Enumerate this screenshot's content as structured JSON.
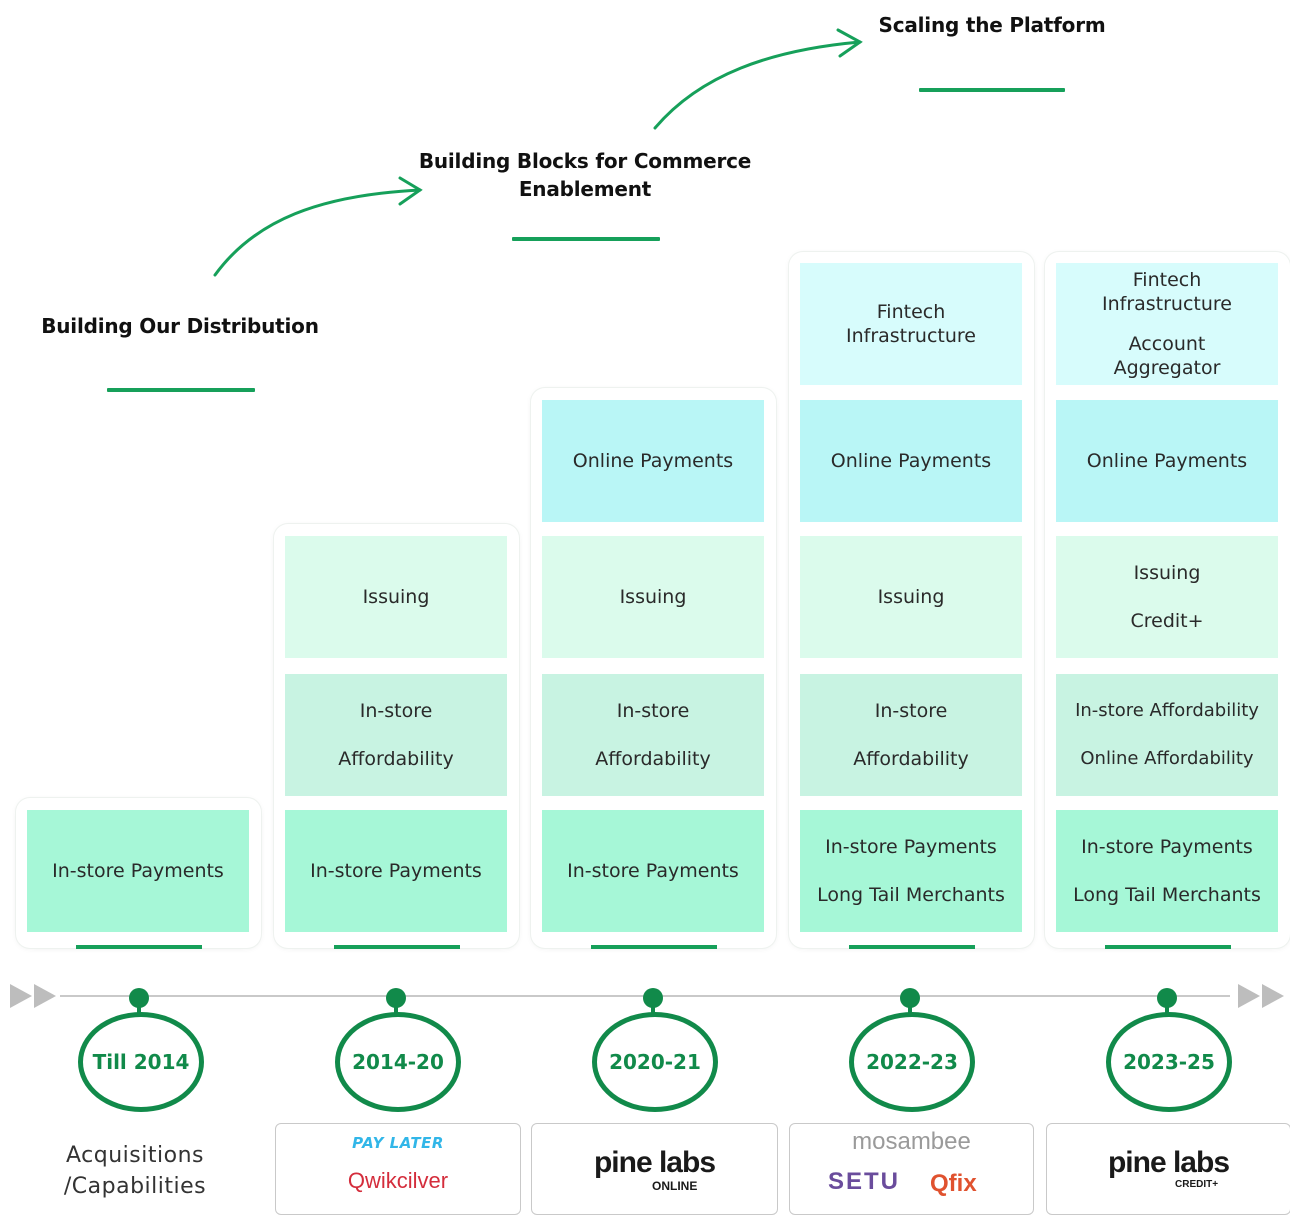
{
  "phases": {
    "p1": {
      "title": "Building Our Distribution"
    },
    "p2": {
      "title_line1": "Building Blocks for Commerce",
      "title_line2": "Enablement"
    },
    "p3": {
      "title": "Scaling the Platform"
    }
  },
  "columns": [
    {
      "year": "Till 2014",
      "blocks": [
        "In-store Payments"
      ]
    },
    {
      "year": "2014-20",
      "blocks": [
        "Issuing",
        "In-store",
        "Affordability",
        "In-store Payments"
      ]
    },
    {
      "year": "2020-21",
      "blocks": [
        "Online Payments",
        "Issuing",
        "In-store",
        "Affordability",
        "In-store Payments"
      ]
    },
    {
      "year": "2022-23",
      "blocks": [
        "Fintech",
        "Infrastructure",
        "Online Payments",
        "Issuing",
        "In-store",
        "Affordability",
        "In-store Payments",
        "Long Tail Merchants"
      ]
    },
    {
      "year": "2023-25",
      "blocks": [
        "Fintech",
        "Infrastructure",
        "Account",
        "Aggregator",
        "Online Payments",
        "Issuing",
        "Credit+",
        "In-store Affordability",
        "Online Affordability",
        "In-store Payments",
        "Long Tail Merchants"
      ]
    }
  ],
  "acquisitions": {
    "label_line1": "Acquisitions",
    "label_line2": "/Capabilities",
    "logos": {
      "paylater": "PAY LATER",
      "qwikcilver": "Qwikcilver",
      "pinelabs_online": "pine labs",
      "pinelabs_online_sub": "ONLINE",
      "mosambee": "mosambee",
      "setu": "SETU",
      "qfix": "Qfix",
      "pinelabs_credit": "pine labs",
      "pinelabs_credit_sub": "CREDIT+"
    }
  },
  "colors": {
    "accent_green": "#118a4a",
    "payments_block": "#a6f7d7",
    "affordability_block": "#c8f3e2",
    "issuing_block": "#dbfbec",
    "online_block": "#b9f6f6",
    "fintech_block": "#d7fcfc"
  }
}
